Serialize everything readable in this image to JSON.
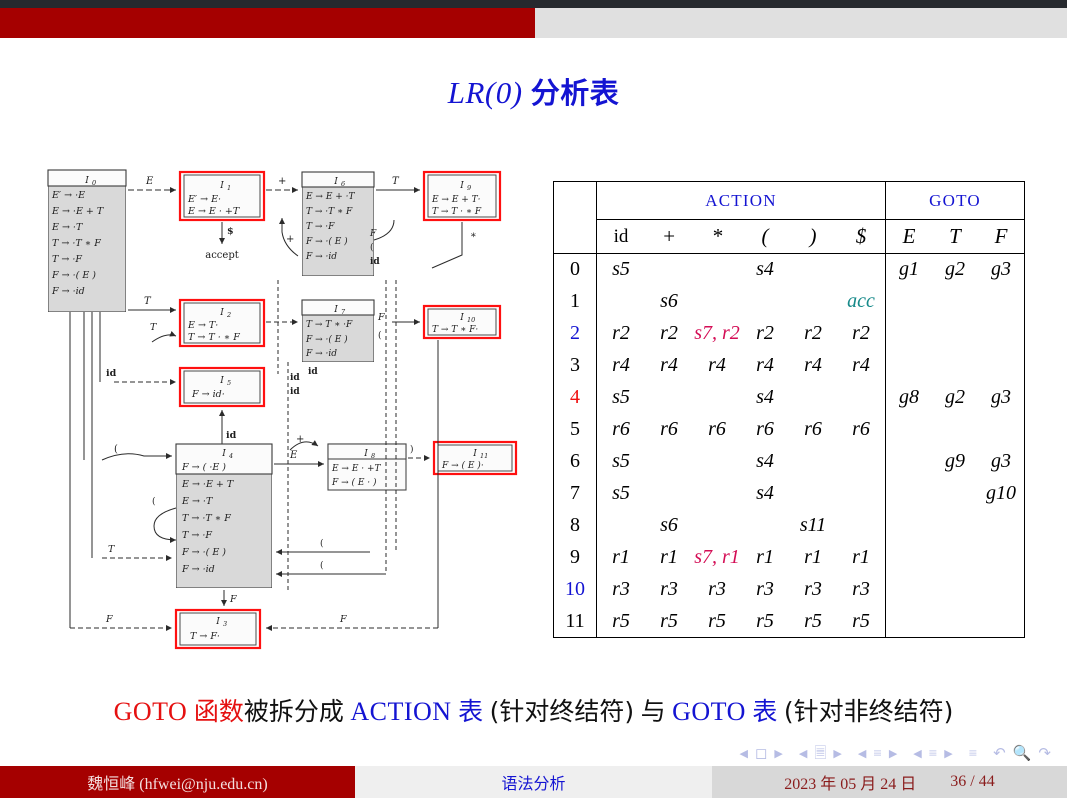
{
  "slide": {
    "title_math": "LR(0)",
    "title_cjk": "分析表"
  },
  "table": {
    "group_action": "ACTION",
    "group_goto": "GOTO",
    "action_columns": [
      "id",
      "+",
      "*",
      "(",
      ")",
      "$"
    ],
    "goto_columns": [
      "E",
      "T",
      "F"
    ],
    "rows": [
      {
        "state": "0",
        "state_color": "black",
        "action": [
          "s5",
          "",
          "",
          "s4",
          "",
          ""
        ],
        "goto": [
          "g1",
          "g2",
          "g3"
        ]
      },
      {
        "state": "1",
        "state_color": "black",
        "action": [
          "",
          "s6",
          "",
          "",
          "",
          "acc"
        ],
        "goto": [
          "",
          "",
          ""
        ]
      },
      {
        "state": "2",
        "state_color": "blue",
        "action": [
          "r2",
          "r2",
          "s7, r2",
          "r2",
          "r2",
          "r2"
        ],
        "goto": [
          "",
          "",
          ""
        ]
      },
      {
        "state": "3",
        "state_color": "black",
        "action": [
          "r4",
          "r4",
          "r4",
          "r4",
          "r4",
          "r4"
        ],
        "goto": [
          "",
          "",
          ""
        ]
      },
      {
        "state": "4",
        "state_color": "red",
        "action": [
          "s5",
          "",
          "",
          "s4",
          "",
          ""
        ],
        "goto": [
          "g8",
          "g2",
          "g3"
        ]
      },
      {
        "state": "5",
        "state_color": "black",
        "action": [
          "r6",
          "r6",
          "r6",
          "r6",
          "r6",
          "r6"
        ],
        "goto": [
          "",
          "",
          ""
        ]
      },
      {
        "state": "6",
        "state_color": "black",
        "action": [
          "s5",
          "",
          "",
          "s4",
          "",
          ""
        ],
        "goto": [
          "",
          "g9",
          "g3"
        ]
      },
      {
        "state": "7",
        "state_color": "black",
        "action": [
          "s5",
          "",
          "",
          "s4",
          "",
          ""
        ],
        "goto": [
          "",
          "",
          "g10"
        ]
      },
      {
        "state": "8",
        "state_color": "black",
        "action": [
          "",
          "s6",
          "",
          "",
          "s11",
          ""
        ],
        "goto": [
          "",
          "",
          ""
        ]
      },
      {
        "state": "9",
        "state_color": "black",
        "action": [
          "r1",
          "r1",
          "s7, r1",
          "r1",
          "r1",
          "r1"
        ],
        "goto": [
          "",
          "",
          ""
        ]
      },
      {
        "state": "10",
        "state_color": "blue",
        "action": [
          "r3",
          "r3",
          "r3",
          "r3",
          "r3",
          "r3"
        ],
        "goto": [
          "",
          "",
          ""
        ]
      },
      {
        "state": "11",
        "state_color": "black",
        "action": [
          "r5",
          "r5",
          "r5",
          "r5",
          "r5",
          "r5"
        ],
        "goto": [
          "",
          "",
          ""
        ]
      }
    ],
    "accept_cell": "acc",
    "conflict_cells": [
      "s7, r2",
      "s7, r1"
    ]
  },
  "caption": {
    "part1_goto": "GOTO",
    "part2_cjk": "函数",
    "part3_cjk": "被拆分成",
    "part4_action": "ACTION",
    "part5_cjk": "表",
    "part6_cjk": "(针对终结符)",
    "part7_cjk": "与",
    "part8_goto": "GOTO",
    "part9_cjk": "表",
    "part10_cjk": "(针对非终结符)"
  },
  "diagram": {
    "caption_accept": "accept",
    "states": [
      {
        "id": "I0",
        "label": "I",
        "sub": "0",
        "items": [
          "E′ → ·E",
          "E → ·E + T",
          "E → ·T",
          "T → ·T ∗ F",
          "T → ·F",
          "F → ·( E )",
          "F → ·id"
        ],
        "highlight": false
      },
      {
        "id": "I1",
        "label": "I",
        "sub": "1",
        "items": [
          "E′ → E·",
          "E → E · +T"
        ],
        "highlight": true
      },
      {
        "id": "I2",
        "label": "I",
        "sub": "2",
        "items": [
          "E → T·",
          "T → T · ∗ F"
        ],
        "highlight": true
      },
      {
        "id": "I3",
        "label": "I",
        "sub": "3",
        "items": [
          "T → F·"
        ],
        "highlight": true
      },
      {
        "id": "I4",
        "label": "I",
        "sub": "4",
        "items": [
          "F → ( ·E )",
          "E → ·E + T",
          "E → ·T",
          "T → ·T ∗ F",
          "T → ·F",
          "F → ·( E )",
          "F → ·id"
        ],
        "highlight": false
      },
      {
        "id": "I5",
        "label": "I",
        "sub": "5",
        "items": [
          "F → id·"
        ],
        "highlight": true
      },
      {
        "id": "I6",
        "label": "I",
        "sub": "6",
        "items": [
          "E → E + ·T",
          "T → ·T ∗ F",
          "T → ·F",
          "F → ·( E )",
          "F → ·id"
        ],
        "highlight": false
      },
      {
        "id": "I7",
        "label": "I",
        "sub": "7",
        "items": [
          "T → T ∗ ·F",
          "F → ·( E )",
          "F → ·id"
        ],
        "highlight": false
      },
      {
        "id": "I8",
        "label": "I",
        "sub": "8",
        "items": [
          "E → E · +T",
          "F → ( E · )"
        ],
        "highlight": false
      },
      {
        "id": "I9",
        "label": "I",
        "sub": "9",
        "items": [
          "E → E + T·",
          "T → T · ∗ F"
        ],
        "highlight": true
      },
      {
        "id": "I10",
        "label": "I",
        "sub": "10",
        "items": [
          "T → T ∗ F·"
        ],
        "highlight": true
      },
      {
        "id": "I11",
        "label": "I",
        "sub": "11",
        "items": [
          "F → ( E )·"
        ],
        "highlight": true
      }
    ],
    "edge_labels": [
      "E",
      "+",
      "T",
      "T",
      "T",
      "$",
      "id",
      "id",
      "id",
      "id",
      "(",
      "(",
      "(",
      "F",
      "F",
      "F",
      "E",
      "∗",
      "∗",
      ")"
    ]
  },
  "navbar": {
    "items": [
      "prev-slide",
      "frame-group",
      "subsection",
      "section",
      "doc",
      "back",
      "search",
      "forward"
    ]
  },
  "footer": {
    "author": "魏恒峰 (hfwei@nju.edu.cn)",
    "section": "语法分析",
    "date": "2023 年 05 月 24 日",
    "page": "36 / 44"
  },
  "colors": {
    "brand_red": "#a50000",
    "title_blue": "#1414d2",
    "accent_red": "#e51010",
    "conflict": "#d40d55",
    "accept_teal": "#178a8a"
  }
}
